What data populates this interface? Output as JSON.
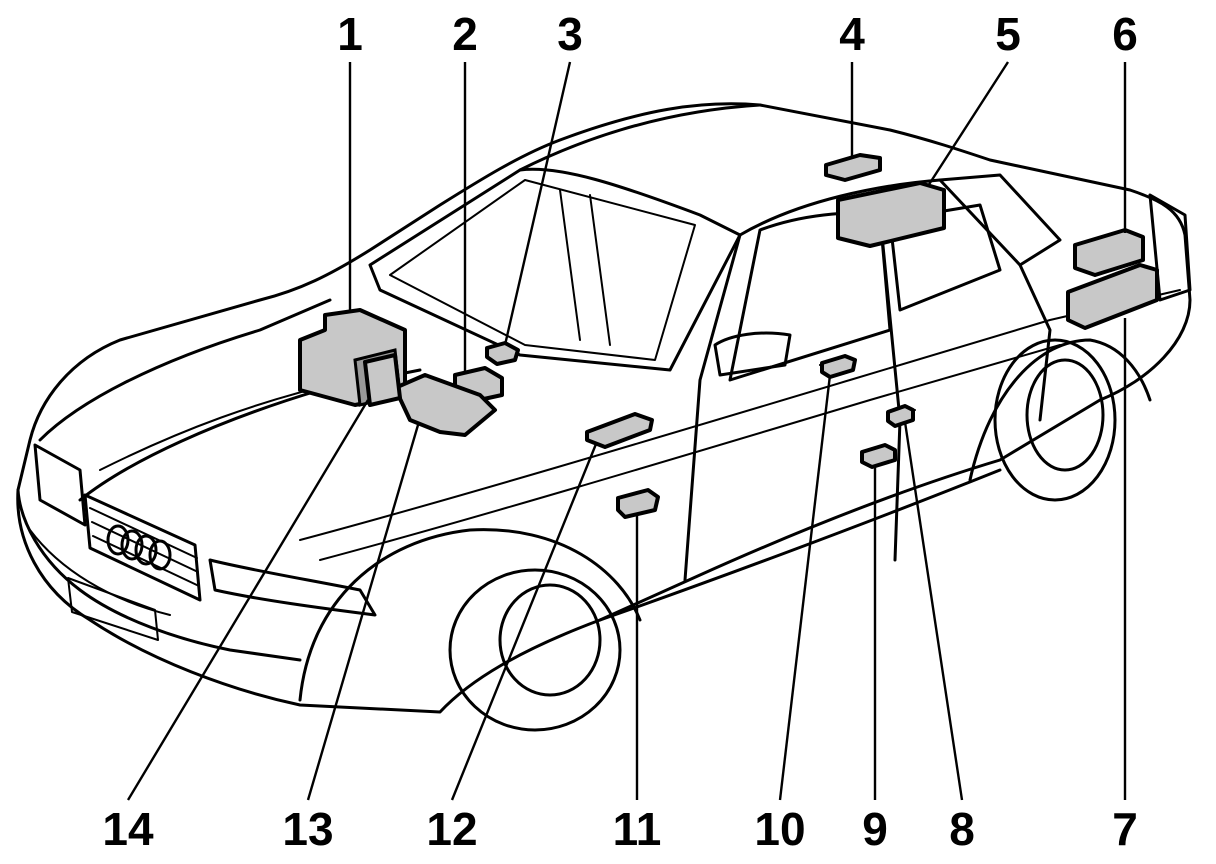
{
  "diagram": {
    "subject": "car-outline-with-component-locations",
    "callouts": [
      {
        "id": "c1",
        "label": "1"
      },
      {
        "id": "c2",
        "label": "2"
      },
      {
        "id": "c3",
        "label": "3"
      },
      {
        "id": "c4",
        "label": "4"
      },
      {
        "id": "c5",
        "label": "5"
      },
      {
        "id": "c6",
        "label": "6"
      },
      {
        "id": "c7",
        "label": "7"
      },
      {
        "id": "c8",
        "label": "8"
      },
      {
        "id": "c9",
        "label": "9"
      },
      {
        "id": "c10",
        "label": "10"
      },
      {
        "id": "c11",
        "label": "11"
      },
      {
        "id": "c12",
        "label": "12"
      },
      {
        "id": "c13",
        "label": "13"
      },
      {
        "id": "c14",
        "label": "14"
      }
    ],
    "colors": {
      "line": "#000000",
      "component_fill": "#c8c8c8",
      "component_shade": "#9a9a9a",
      "background": "#ffffff"
    }
  }
}
